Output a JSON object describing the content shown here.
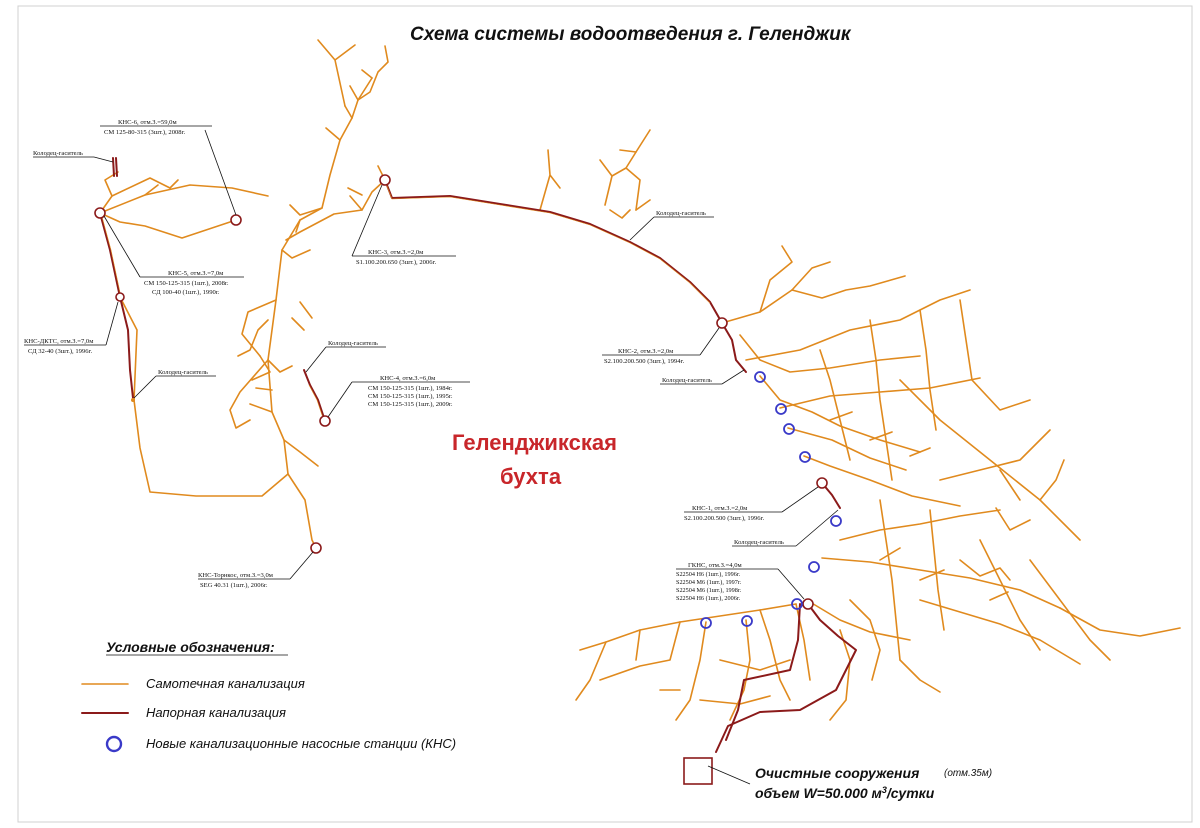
{
  "title": "Схема системы водоотведения г. Геленджик",
  "bay_label": [
    "Геленджикская",
    "бухта"
  ],
  "colors": {
    "gravity_sewer": "#e08a1e",
    "pressure_sewer": "#8b1a1a",
    "new_station": "#3a3ac8",
    "bay_label": "#c8262a"
  },
  "legend": {
    "title": "Условные обозначения:",
    "gravity": "Самотечная канализация",
    "pressure": "Напорная канализация",
    "new_stations": "Новые канализационные насосные станции (КНС)"
  },
  "stations": {
    "kns6": {
      "name": "КНС-6, отм.З.=59,0м",
      "pumps": [
        "СМ 125-80-315 (3шт.), 2008г."
      ]
    },
    "kns5": {
      "name": "КНС-5, отм.З.=7,0м",
      "pumps": [
        "СМ 150-125-315 (1шт.), 2008г.",
        "СД 100-40 (1шт.), 1990г."
      ]
    },
    "kns_dktc": {
      "name": "КНС-ДКТС, отм.З.=7,0м",
      "pumps": [
        "СД 32-40 (3шт.), 1996г."
      ]
    },
    "kns3": {
      "name": "КНС-3, отм.З.=2,0м",
      "pumps": [
        "S1.100.200.650 (3шт.), 2006г."
      ]
    },
    "kns4": {
      "name": "КНС-4, отм.З.=6,0м",
      "pumps": [
        "СМ 150-125-315 (1шт.), 1984г.",
        "СМ 150-125-315 (1шт.), 1995г.",
        "СМ 150-125-315 (1шт.), 2009г."
      ]
    },
    "kns2": {
      "name": "КНС-2, отм.З.=2,0м",
      "pumps": [
        "S2.100.200.500 (3шт.), 1994г."
      ]
    },
    "kns1": {
      "name": "КНС-1, отм.З.=2,0м",
      "pumps": [
        "S2.100.200.500 (3шт.), 1996г."
      ]
    },
    "kns_tornikos": {
      "name": "КНС-Торнкос, отм.З.=3,0м",
      "pumps": [
        "SEG 40.31 (1шт.), 2006г."
      ]
    },
    "gkns": {
      "name": "ГКНС, отм.З.=4,0м",
      "pumps": [
        "S22504 H6 (1шт.), 1996г.",
        "S22504 M6 (1шт.), 1997г.",
        "S22504 M6 (1шт.), 1998г.",
        "S22504 H6 (1шт.), 2006г."
      ]
    }
  },
  "wells": {
    "w_nw": "Колодец-гаситель",
    "w_mid_left": "Колодец-гаситель",
    "w_kns4": "Колодец-гаситель",
    "w_top": "Колодец-гаситель",
    "w_kns2": "Колодец-гаситель",
    "w_kns1": "Колодец-гаситель"
  },
  "treatment": {
    "name": "Очистные сооружения",
    "elevation": "(отм.35м)",
    "volume_prefix": "объем W=50.000 м",
    "volume_sup": "3",
    "volume_suffix": "/сутки"
  }
}
